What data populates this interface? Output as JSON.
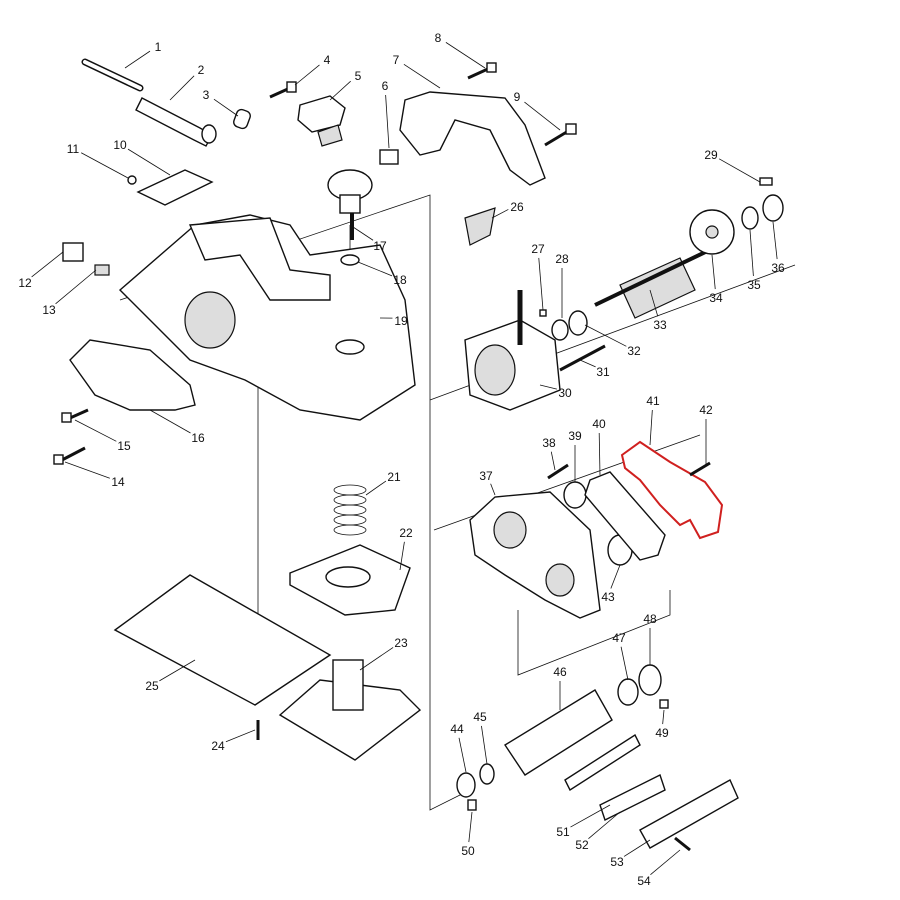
{
  "diagram": {
    "type": "exploded-parts-view",
    "highlight_color": "#d0201f",
    "highlighted_part": "41",
    "part_numbers": [
      "1",
      "2",
      "3",
      "4",
      "5",
      "6",
      "7",
      "8",
      "9",
      "10",
      "11",
      "12",
      "13",
      "14",
      "15",
      "16",
      "17",
      "18",
      "19",
      "21",
      "22",
      "23",
      "24",
      "25",
      "26",
      "27",
      "28",
      "29",
      "30",
      "31",
      "32",
      "33",
      "34",
      "35",
      "36",
      "37",
      "38",
      "39",
      "40",
      "41",
      "42",
      "43",
      "44",
      "45",
      "46",
      "47",
      "48",
      "49",
      "50",
      "51",
      "52",
      "53",
      "54"
    ]
  }
}
